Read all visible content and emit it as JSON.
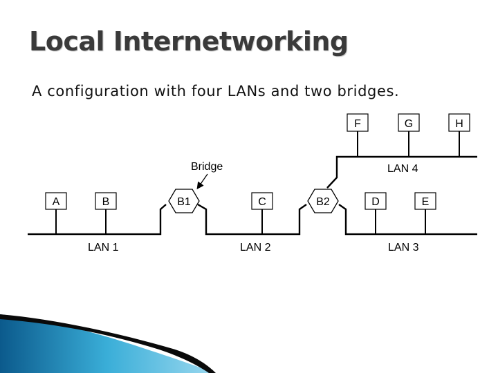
{
  "slide": {
    "title": "Local Internetworking",
    "subtitle": "A configuration with four LANs and two bridges."
  },
  "diagram": {
    "hosts": {
      "a": "A",
      "b": "B",
      "c": "C",
      "d": "D",
      "e": "E",
      "f": "F",
      "g": "G",
      "h": "H"
    },
    "bridges": {
      "b1": "B1",
      "b2": "B2"
    },
    "bridge_callout": "Bridge",
    "lans": {
      "lan1": "LAN 1",
      "lan2": "LAN 2",
      "lan3": "LAN 3",
      "lan4": "LAN 4"
    }
  },
  "decor": {
    "accent_colors": [
      "#1e8fc0",
      "#4ab8e0",
      "#0b3d66"
    ]
  }
}
